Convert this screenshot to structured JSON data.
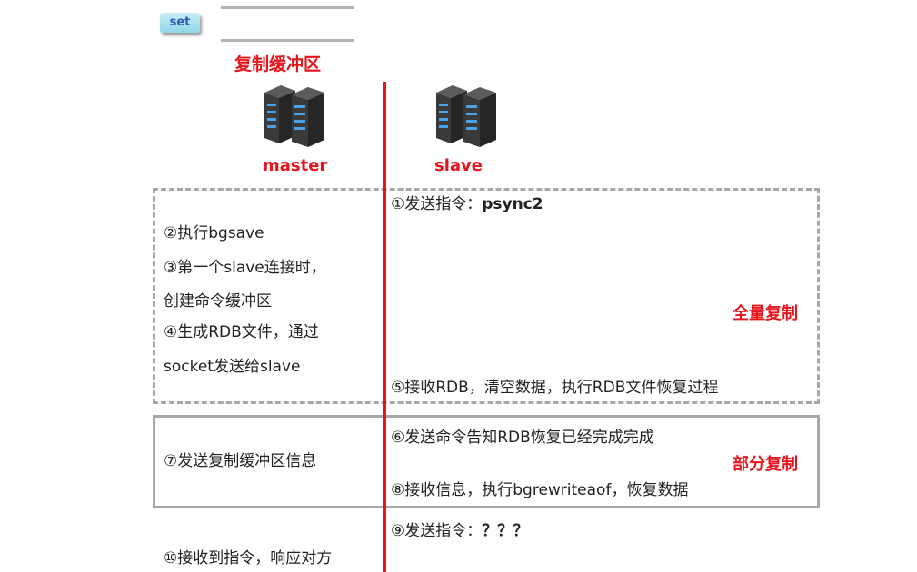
{
  "set_tag": "set",
  "buffer_title": "复制缓冲区",
  "master_label": "master",
  "slave_label": "slave",
  "full_sync_label": "全量复制",
  "partial_sync_label": "部分复制",
  "steps": {
    "s1_prefix": "①发送指令：",
    "s1_cmd": "psync2",
    "s2": "②执行bgsave",
    "s3_line1": "③第一个slave连接时，",
    "s3_line2": "创建命令缓冲区",
    "s4_line1": "④生成RDB文件，通过",
    "s4_line2": "socket发送给slave",
    "s5": "⑤接收RDB，清空数据，执行RDB文件恢复过程",
    "s6": "⑥发送命令告知RDB恢复已经完成完成",
    "s7": "⑦发送复制缓冲区信息",
    "s8": "⑧接收信息，执行bgrewriteaof，恢复数据",
    "s9_prefix": "⑨发送指令：",
    "s9_cmd": "？？？",
    "s10": "⑩接收到指令，响应对方"
  },
  "colors": {
    "accent": "#e8141b",
    "frame": "#a8a8a8",
    "tag_text": "#2a5db0"
  },
  "icons": [
    "server-icon",
    "server-icon"
  ]
}
